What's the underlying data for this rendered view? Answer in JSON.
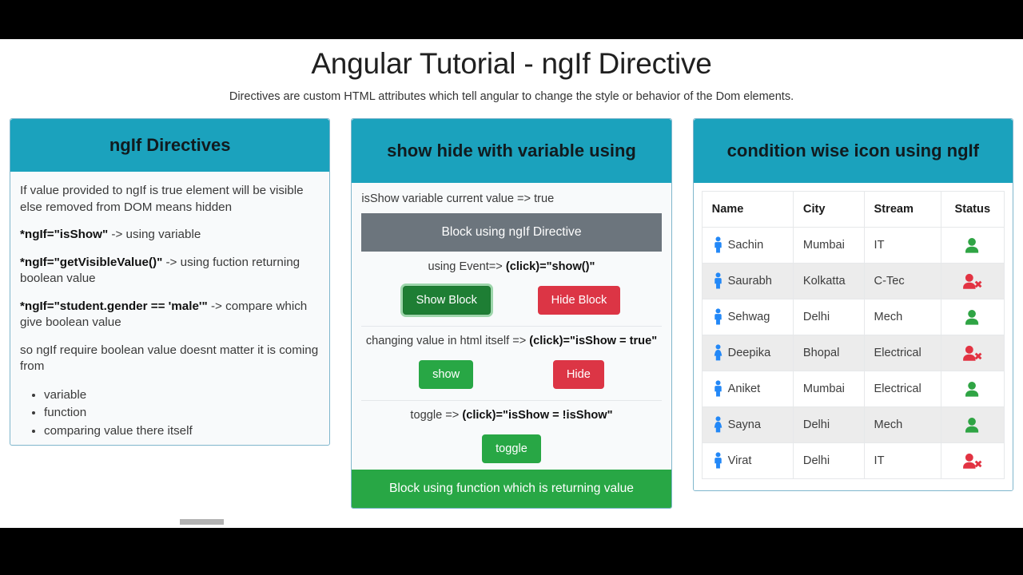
{
  "header": {
    "title": "Angular Tutorial - ngIf Directive",
    "subtitle": "Directives are custom HTML attributes which tell angular to change the style or behavior of the Dom elements."
  },
  "colors": {
    "header_teal": "#1ba2bd",
    "success_green": "#28a745",
    "success_green_active": "#1e7e34",
    "danger_red": "#dc3545",
    "secondary_gray": "#6c757d",
    "male_icon_blue": "#2388f7",
    "female_icon_blue": "#2388f7",
    "status_active_green": "#2fa444",
    "status_inactive_red": "#e23342"
  },
  "columns": {
    "one": {
      "heading": "ngIf Directives",
      "paragraphs": [
        {
          "strong": "",
          "text": "If value provided to ngIf is true element will be visible else removed from DOM means hidden"
        },
        {
          "strong": "*ngIf=\"isShow\"",
          "text": " -> using variable"
        },
        {
          "strong": "*ngIf=\"getVisibleValue()\"",
          "text": " -> using fuction returning boolean value"
        },
        {
          "strong": "*ngIf=\"student.gender == 'male'\"",
          "text": " -> compare which give boolean value"
        },
        {
          "strong": "",
          "text": "so ngIf require boolean value doesnt matter it is coming from"
        }
      ],
      "list": [
        "variable",
        "function",
        "comparing value there itself"
      ]
    },
    "two": {
      "heading": "show hide with variable using",
      "current_value_note": "isShow variable current value => true",
      "block_directive_label": "Block using ngIf Directive",
      "event_note_plain": "using Event=> ",
      "event_note_bold": "(click)=\"show()\"",
      "show_block_label": "Show Block",
      "hide_block_label": "Hide Block",
      "html_note_plain": "changing value in html itself => ",
      "html_note_bold": "(click)=\"isShow = true\"",
      "show_label": "show",
      "hide_label": "Hide",
      "toggle_note_plain": "toggle => ",
      "toggle_note_bold": "(click)=\"isShow = !isShow\"",
      "toggle_label": "toggle",
      "block_function_label": "Block using function which is returning value"
    },
    "three": {
      "heading": "condition wise icon using ngIf",
      "table": {
        "headers": [
          "Name",
          "City",
          "Stream",
          "Status"
        ],
        "rows": [
          {
            "name": "Sachin",
            "gender": "male",
            "city": "Mumbai",
            "stream": "IT",
            "status": "active"
          },
          {
            "name": "Saurabh",
            "gender": "male",
            "city": "Kolkatta",
            "stream": "C-Tec",
            "status": "inactive"
          },
          {
            "name": "Sehwag",
            "gender": "male",
            "city": "Delhi",
            "stream": "Mech",
            "status": "active"
          },
          {
            "name": "Deepika",
            "gender": "female",
            "city": "Bhopal",
            "stream": "Electrical",
            "status": "inactive"
          },
          {
            "name": "Aniket",
            "gender": "male",
            "city": "Mumbai",
            "stream": "Electrical",
            "status": "active"
          },
          {
            "name": "Sayna",
            "gender": "female",
            "city": "Delhi",
            "stream": "Mech",
            "status": "active"
          },
          {
            "name": "Virat",
            "gender": "male",
            "city": "Delhi",
            "stream": "IT",
            "status": "inactive"
          }
        ]
      }
    }
  }
}
